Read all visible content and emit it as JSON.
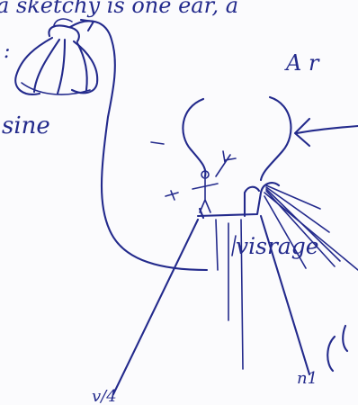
{
  "annotations": {
    "top_line": "a sketchy is one ear, a",
    "top_right_fragment": "A r",
    "garlic_label": "sine",
    "visceral_label": "visrage",
    "bottom_left_mark": "v/4",
    "bottom_right_mark": "n1",
    "colon_mark": ":"
  },
  "ink_color": "#232a8c"
}
